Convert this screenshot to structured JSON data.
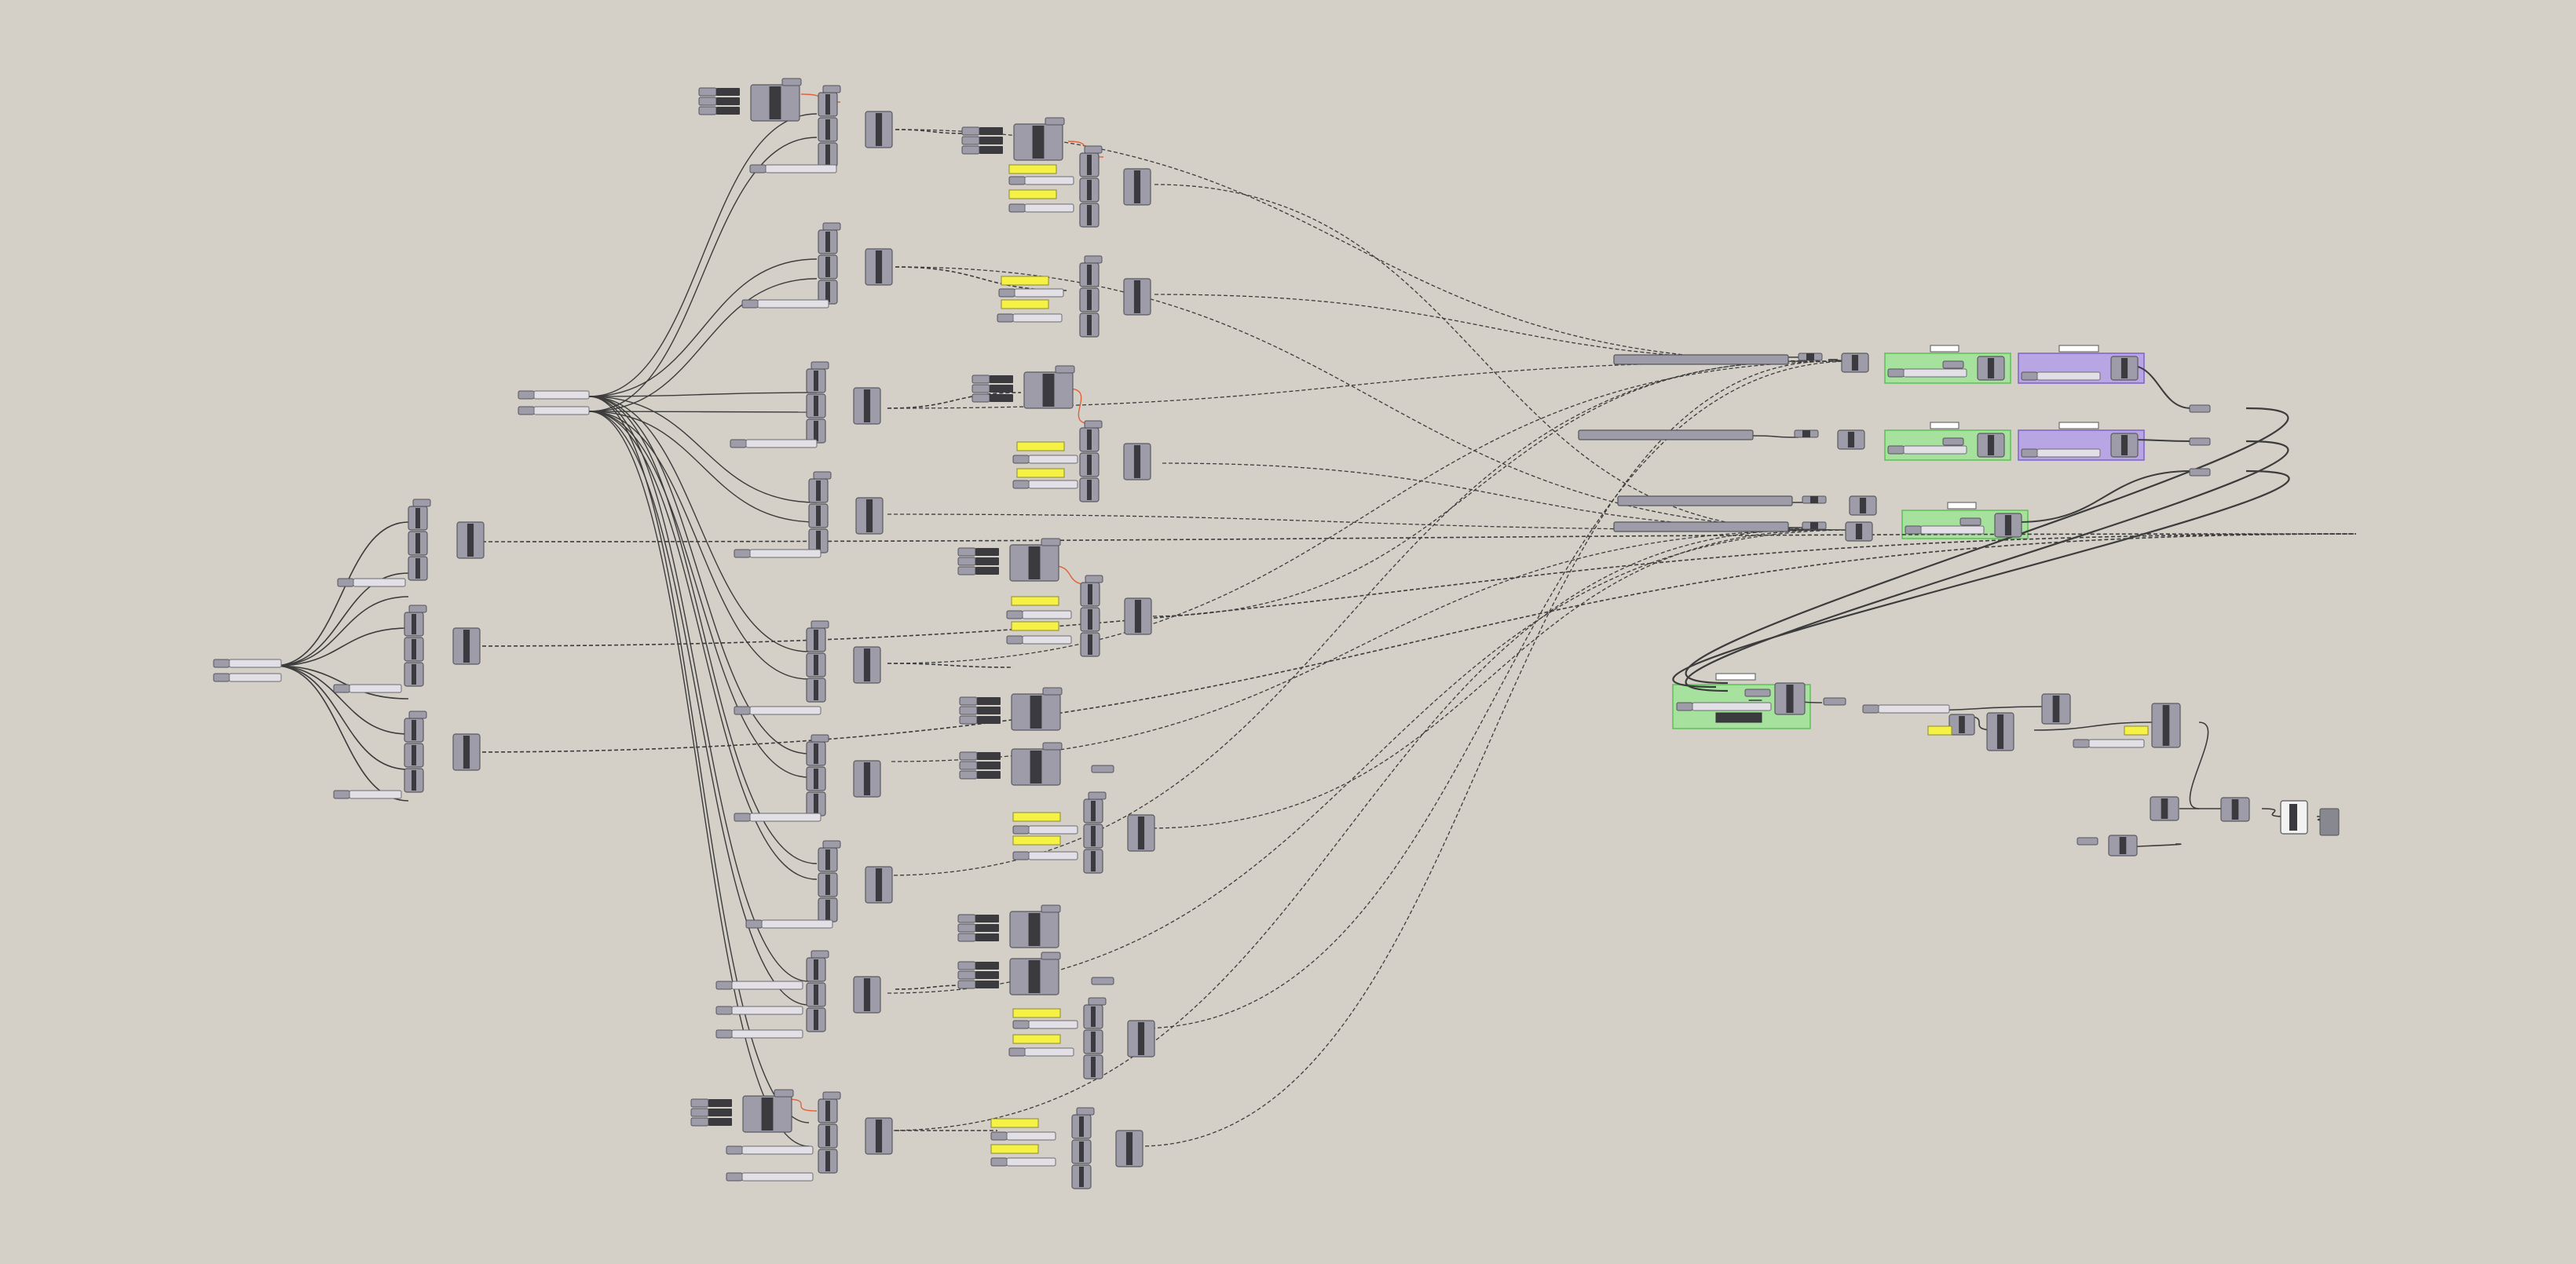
{
  "canvas": {
    "background": "#d4d0c8",
    "node_fill": "#9d9ca8",
    "node_dark": "#3b3b3f",
    "slider_fill": "#e2e0e6",
    "panel_yellow": "#f6f245",
    "wire": "#3c3c3c",
    "wire_red": "#e2613c",
    "group_green": "#9ee597",
    "group_purple": "#b39ee8"
  },
  "groups": [
    {
      "kind": "green",
      "label": ""
    },
    {
      "kind": "purple",
      "label": ""
    },
    {
      "kind": "green",
      "label": ""
    },
    {
      "kind": "purple",
      "label": ""
    },
    {
      "kind": "green",
      "label": ""
    },
    {
      "kind": "green",
      "label": ""
    }
  ]
}
